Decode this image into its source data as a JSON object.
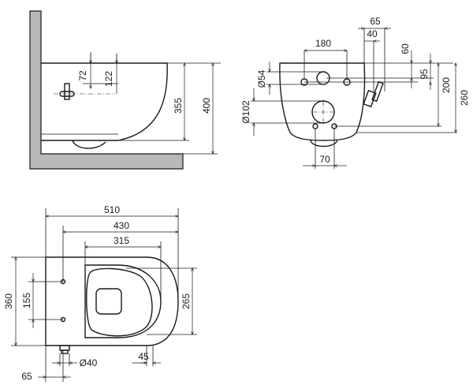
{
  "side_view": {
    "dim_72": "72",
    "dim_122": "122",
    "dim_355": "355",
    "dim_400": "400"
  },
  "rear_view": {
    "dim_65": "65",
    "dim_40": "40",
    "dim_180": "180",
    "dim_60": "60",
    "dim_95": "95",
    "dim_200": "200",
    "dim_260": "260",
    "dim_d54": "Ø54",
    "dim_d102": "Ø102",
    "dim_70": "70"
  },
  "top_view": {
    "dim_510": "510",
    "dim_430": "430",
    "dim_315": "315",
    "dim_360": "360",
    "dim_155": "155",
    "dim_265": "265",
    "dim_65": "65",
    "dim_d40": "Ø40",
    "dim_45": "45"
  }
}
